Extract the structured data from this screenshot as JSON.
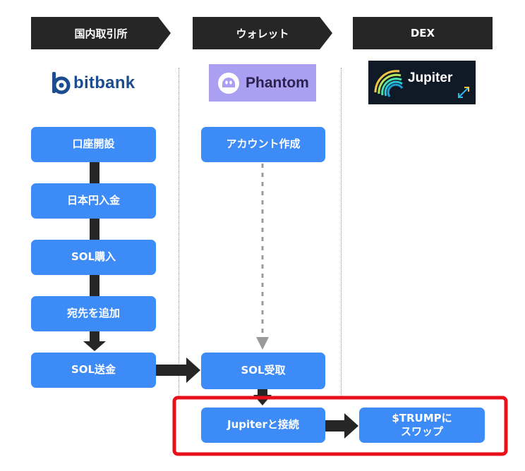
{
  "columns": {
    "exchange": "国内取引所",
    "wallet": "ウォレット",
    "dex": "DEX"
  },
  "logos": {
    "bitbank": "bitbank",
    "phantom": "Phantom",
    "jupiter": "Jupiter"
  },
  "steps": {
    "open_account": "口座開設",
    "deposit_jpy": "日本円入金",
    "buy_sol": "SOL購入",
    "add_destination": "宛先を追加",
    "send_sol": "SOL送金",
    "create_account": "アカウント作成",
    "receive_sol": "SOL受取",
    "connect_jupiter": "Jupiterと接続",
    "swap_line1": "$TRUMPに",
    "swap_line2": "スワップ"
  },
  "colors": {
    "header_bg": "#262626",
    "step_bg": "#3d8bf6",
    "arrow": "#262626",
    "dotted_arrow": "#9a9a9a",
    "highlight": "#e8101b",
    "phantom_bg": "#ab9ff2",
    "jupiter_bg": "#0f1a26"
  }
}
